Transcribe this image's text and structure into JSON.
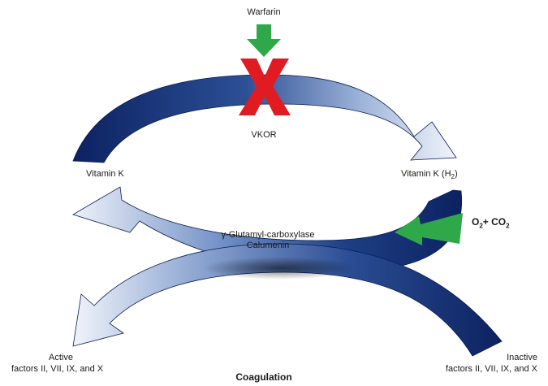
{
  "diagram": {
    "inhibitor": "Warfarin",
    "enzyme_top": "VKOR",
    "vitamin_k": "Vitamin K",
    "vitamin_k_h2": {
      "main": "Vitamin K (H",
      "sub": "2",
      "close": ")"
    },
    "gases": {
      "o2": "O",
      "o2_sub": "2",
      "plus": "+ CO",
      "co2_sub": "2"
    },
    "carboxylase_line1": "γ-Glutamyl-carboxylase",
    "carboxylase_line2": "Calumenin",
    "active_line1": "Active",
    "active_line2": "factors II, VII, IX, and X",
    "inactive_line1": "Inactive",
    "inactive_line2": "factors II, VII, IX, and X",
    "bottom_label": "Coagulation"
  },
  "colors": {
    "dark_blue": "#0f2a6b",
    "mid_blue": "#3a5fa8",
    "light_blue": "#e8eef8",
    "green": "#2fa84a",
    "red": "#e11b22"
  }
}
